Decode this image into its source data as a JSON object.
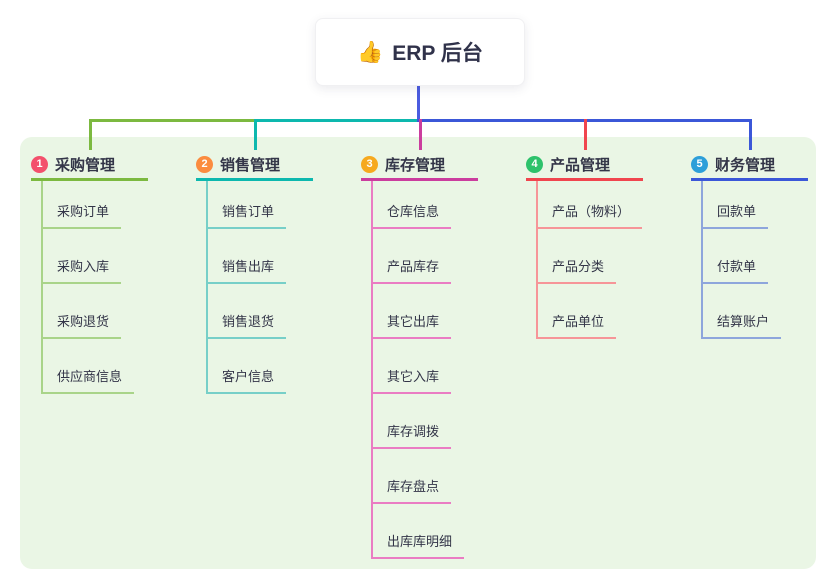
{
  "root": {
    "icon": "👍",
    "icon_name": "thumbs-up-icon",
    "label": "ERP 后台"
  },
  "colors": {
    "panel_bg": "#EAF6E5",
    "root_line": "#4B5CE0",
    "text": "#333548"
  },
  "columns": [
    {
      "number": "1",
      "label": "采购管理",
      "badge_color": "#F3506C",
      "branch_color": "#7CB940",
      "child_line_color": "#A9D489",
      "children": [
        "采购订单",
        "采购入库",
        "采购退货",
        "供应商信息"
      ]
    },
    {
      "number": "2",
      "label": "销售管理",
      "badge_color": "#FB8C3F",
      "branch_color": "#0DB8AE",
      "child_line_color": "#77CFC8",
      "children": [
        "销售订单",
        "销售出库",
        "销售退货",
        "客户信息"
      ]
    },
    {
      "number": "3",
      "label": "库存管理",
      "badge_color": "#F6A91E",
      "branch_color": "#CB3D9E",
      "child_line_color": "#EA7CC3",
      "children": [
        "仓库信息",
        "产品库存",
        "其它出库",
        "其它入库",
        "库存调拨",
        "库存盘点",
        "出库库明细"
      ]
    },
    {
      "number": "4",
      "label": "产品管理",
      "badge_color": "#2DC26B",
      "branch_color": "#F0454E",
      "child_line_color": "#F69598",
      "children": [
        "产品（物料）",
        "产品分类",
        "产品单位"
      ]
    },
    {
      "number": "5",
      "label": "财务管理",
      "badge_color": "#2D9FD9",
      "branch_color": "#3B57D8",
      "child_line_color": "#8EA6DC",
      "children": [
        "回款单",
        "付款单",
        "结算账户"
      ]
    }
  ]
}
